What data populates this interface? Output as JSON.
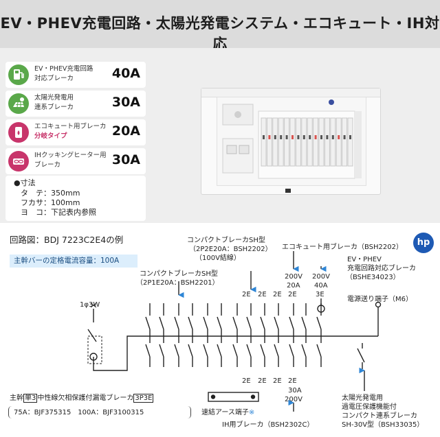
{
  "header": {
    "title": "EV・PHEV充電回路・太陽光発電システム・エコキュート・IH対応"
  },
  "features": [
    {
      "icon": "ev-charger-icon",
      "color": "#5aa84a",
      "label_line1": "EV・PHEV充電回路",
      "label_line2": "対応ブレーカ",
      "amp": "40A"
    },
    {
      "icon": "solar-panel-icon",
      "color": "#5aa84a",
      "label_line1": "太陽光発電用",
      "label_line2": "連系ブレーカ",
      "amp": "30A"
    },
    {
      "icon": "water-heater-icon",
      "color": "#c8356b",
      "label_line1": "エコキュート用ブレーカ",
      "label_line2": "分岐タイプ",
      "amp": "20A"
    },
    {
      "icon": "ih-cooktop-icon",
      "color": "#c8356b",
      "label_line1": "IHクッキングヒーター用",
      "label_line2": "ブレーカ",
      "amp": "30A"
    }
  ],
  "spec": {
    "title": "●寸法",
    "rows": [
      "タ　テ：350mm",
      "フカサ：100mm",
      "ヨ　コ：下記表内参照"
    ]
  },
  "diagram": {
    "title": "回路図：BDJ 7223C2E4の例",
    "main_bar_note": "主幹バーの定格電流容量：100A",
    "phase": "1φ3W",
    "sh_2p1e": {
      "line1": "コンパクトブレーカSH型",
      "line2": "（2P1E20A：BSH2201）"
    },
    "sh_2p2e": {
      "line1": "コンパクトブレーカSH型",
      "line2": "（2P2E20A：BSH2202）",
      "line3": "（100V結線）"
    },
    "ecocute": "エコキュート用ブレーカ（BSH2202）",
    "ev": {
      "line1": "EV・PHEV",
      "line2": "充電回路対応ブレーカ",
      "line3": "（BSHE34023）"
    },
    "power_terminal": "電源送り端子（M6）",
    "col_200v": "200V",
    "col_20a": "20A",
    "col_40a": "40A",
    "col_3e": "3E",
    "top_2e": [
      "2E",
      "2E",
      "2E",
      "2E"
    ],
    "bottom_2e": [
      "2E",
      "2E",
      "2E",
      "2E"
    ],
    "ih_amp": "30A",
    "ih_volt": "200V",
    "ih_breaker": "IH用ブレーカ（BSH2302C）",
    "earth_terminal": "速結アース端子",
    "earth_mark": "※",
    "main_breaker_prefix": "主幹",
    "main_breaker_box1": "単3",
    "main_breaker_mid": "中性線欠相保護付漏電ブレーカ",
    "main_breaker_box2": "3P3E",
    "main_breaker_models": "75A：BJF375315　100A：BJF3100315",
    "solar": {
      "line1": "太陽光発電用",
      "line2": "過電圧保護機能付",
      "line3": "コンパクト連系ブレーカ",
      "line4": "SH-30V型（BSH33035）"
    },
    "logo_text": "hp"
  }
}
